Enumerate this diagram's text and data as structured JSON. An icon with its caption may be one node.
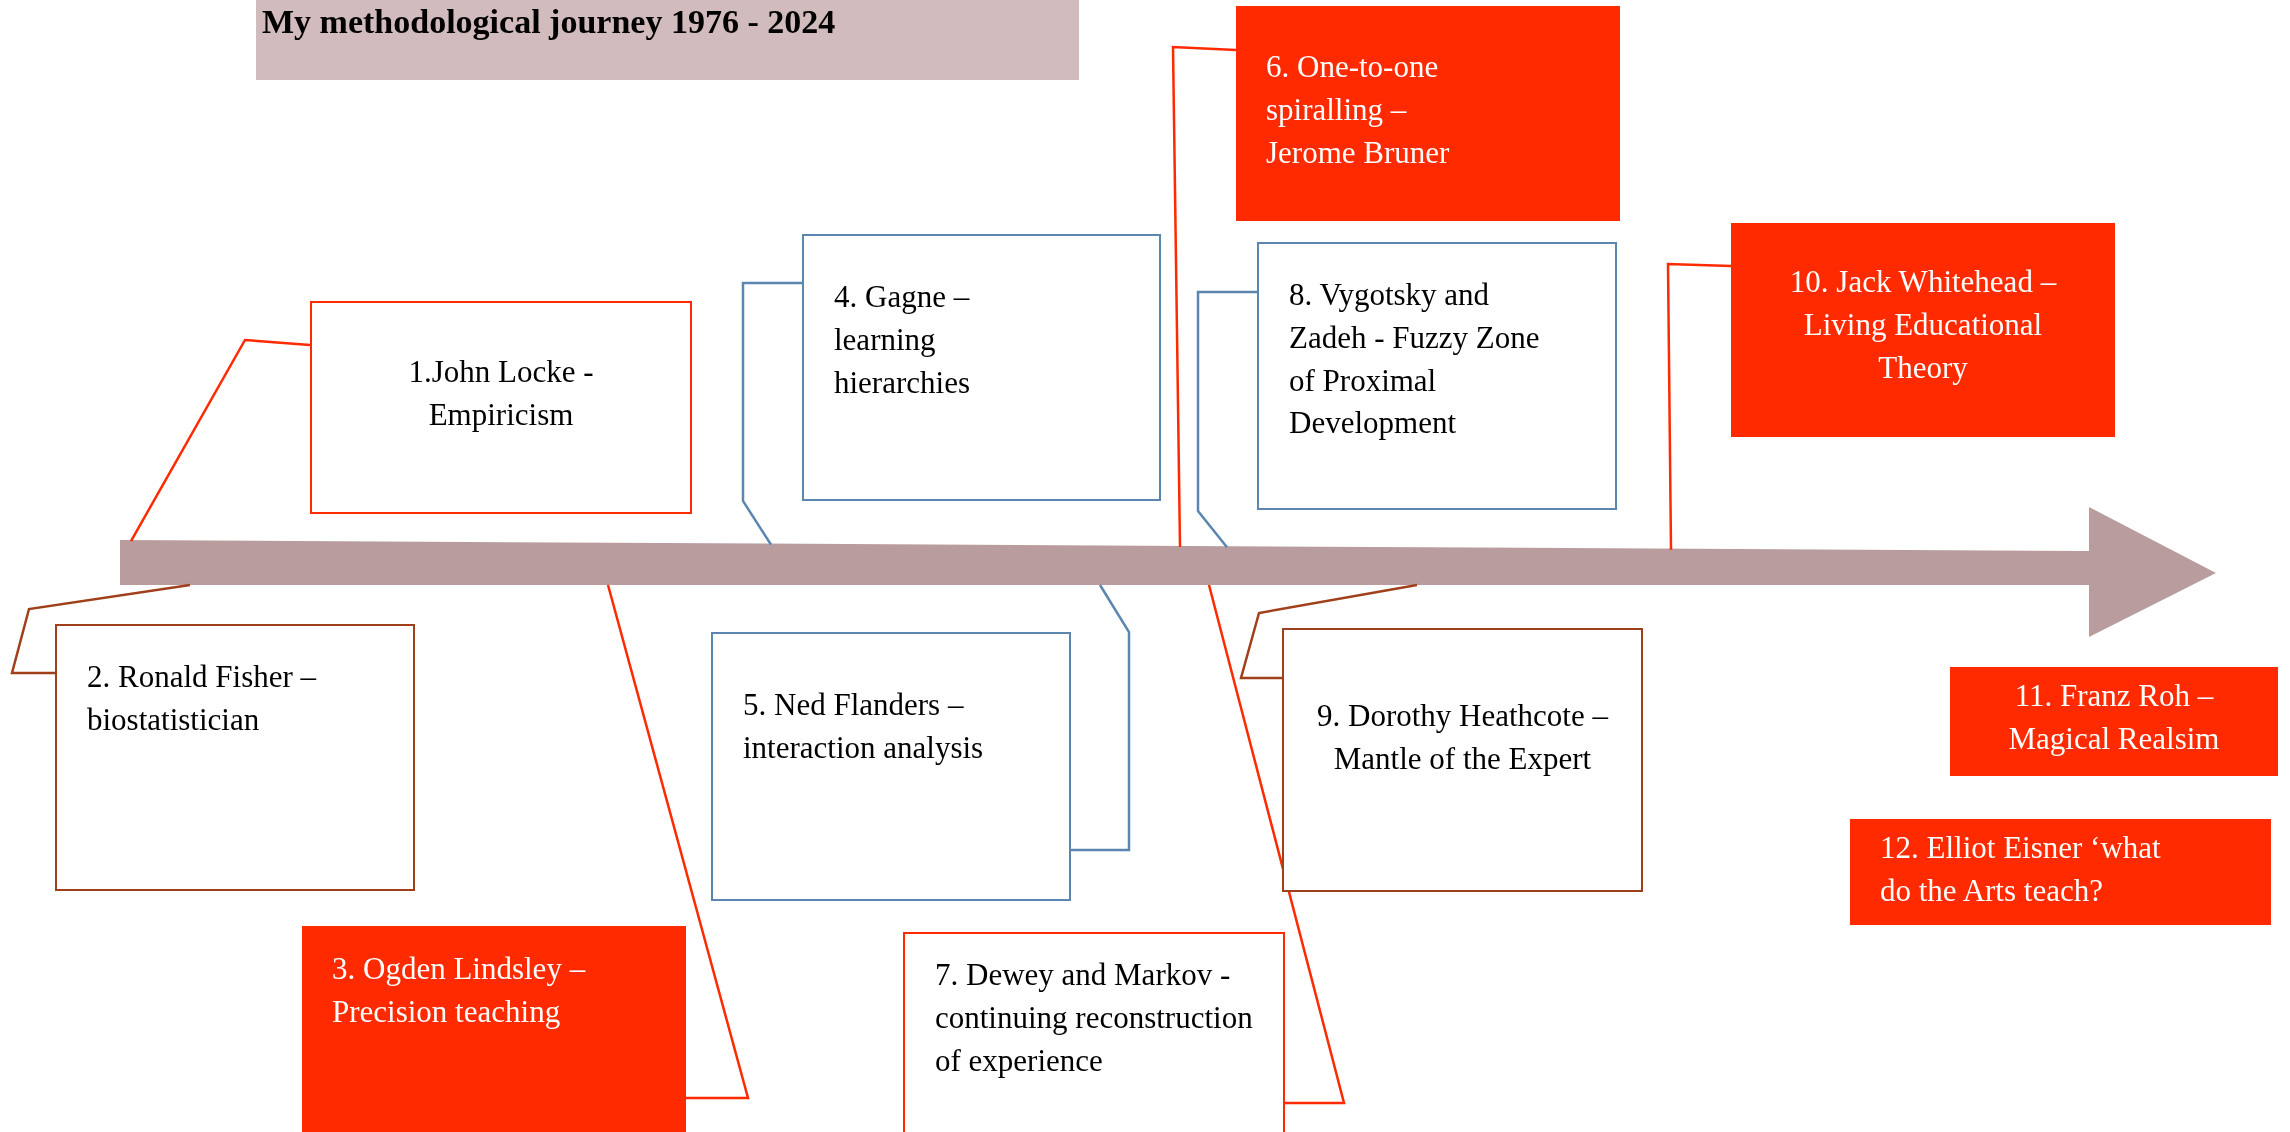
{
  "diagram": {
    "title": "My methodological journey 1976 - 2024",
    "nodes": [
      {
        "text": [
          "1.John Locke - Empiricism"
        ]
      },
      {
        "text": [
          "2. Ronald Fisher – biostatistician"
        ]
      },
      {
        "text": [
          "3. Ogden Lindsley – Precision teaching"
        ]
      },
      {
        "text": [
          "4. Gagne – learning hierarchies"
        ]
      },
      {
        "text": [
          "5. Ned Flanders – interaction analysis"
        ]
      },
      {
        "text": [
          "6. One-to-one spiralling – Jerome Bruner"
        ]
      },
      {
        "text": [
          "7. Dewey and Markov - continuing reconstruction of experience"
        ]
      },
      {
        "text": [
          "8. Vygotsky and Zadeh - Fuzzy Zone of Proximal Development"
        ]
      },
      {
        "text": [
          "9. Dorothy Heathcote – Mantle of the Expert"
        ]
      },
      {
        "text": [
          "10. Jack Whitehead – Living Educational Theory"
        ]
      },
      {
        "text": [
          "11. Franz Roh – Magical Realsim"
        ]
      },
      {
        "text": [
          "12. Elliot Eisner ‘what do the Arts teach?"
        ]
      },
      {
        "text": [],
        "shape": "arrow"
      }
    ],
    "edges": [
      {
        "from": 0,
        "to": 12,
        "arrow": "none"
      },
      {
        "from": 1,
        "to": 12,
        "arrow": "none",
        "color": "#a0401a"
      },
      {
        "from": 2,
        "to": 12,
        "arrow": "none"
      },
      {
        "from": 3,
        "to": 12,
        "arrow": "none",
        "color": "#5b86b0"
      },
      {
        "from": 4,
        "to": 12,
        "arrow": "none",
        "color": "#5b86b0"
      },
      {
        "from": 5,
        "to": 12,
        "arrow": "none"
      },
      {
        "from": 6,
        "to": 12,
        "arrow": "none"
      },
      {
        "from": 7,
        "to": 12,
        "arrow": "none",
        "color": "#5b86b0"
      },
      {
        "from": 8,
        "to": 12,
        "arrow": "none",
        "color": "#a0401a"
      },
      {
        "from": 9,
        "to": 12,
        "arrow": "none"
      }
    ]
  }
}
